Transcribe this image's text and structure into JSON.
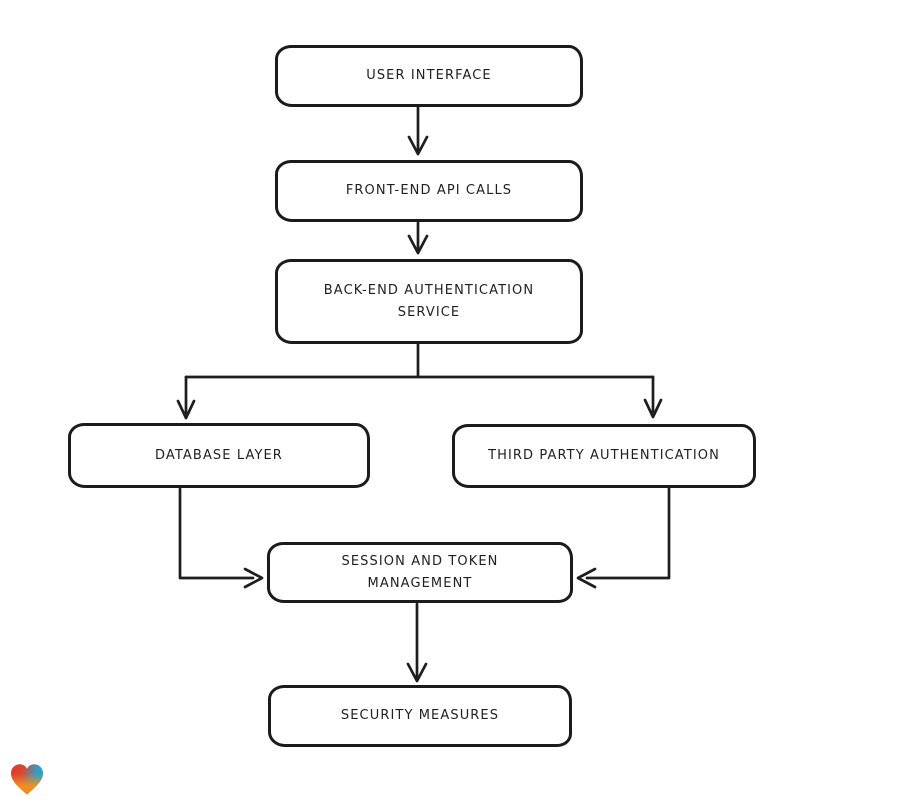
{
  "diagram": {
    "type": "flowchart",
    "style": "hand-drawn",
    "colors": {
      "background": "#ffffff",
      "node_fill": "#ffffff",
      "stroke": "#1e1e1e",
      "text": "#1f1f1f"
    }
  },
  "nodes": {
    "user_interface": {
      "label": "USER INTERFACE"
    },
    "front_end_api_calls": {
      "label": "FRONT-END API CALLS"
    },
    "back_end_auth": {
      "label": "BACK-END AUTHENTICATION\nSERVICE"
    },
    "database_layer": {
      "label": "DATABASE LAYER"
    },
    "third_party_auth": {
      "label": "THIRD PARTY AUTHENTICATION"
    },
    "session_token": {
      "label": "SESSION AND TOKEN\nMANAGEMENT"
    },
    "security_measures": {
      "label": "SECURITY MEASURES"
    }
  },
  "edges": [
    {
      "from": "user_interface",
      "to": "front_end_api_calls"
    },
    {
      "from": "front_end_api_calls",
      "to": "back_end_auth"
    },
    {
      "from": "back_end_auth",
      "to": "database_layer"
    },
    {
      "from": "back_end_auth",
      "to": "third_party_auth"
    },
    {
      "from": "database_layer",
      "to": "session_token"
    },
    {
      "from": "third_party_auth",
      "to": "session_token"
    },
    {
      "from": "session_token",
      "to": "security_measures"
    }
  ],
  "logo": {
    "name": "gradient-heart",
    "colors": {
      "red": "#e23a2e",
      "blue": "#2f9fc9",
      "orange": "#f2931f"
    }
  }
}
